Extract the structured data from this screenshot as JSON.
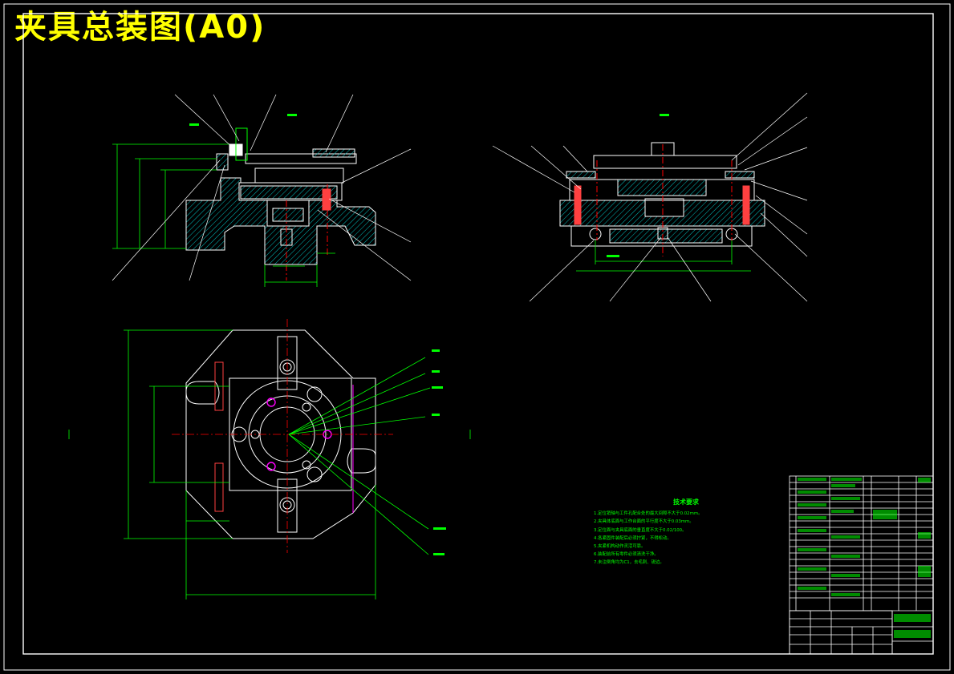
{
  "title": "夹具总装图(A0)",
  "technical_requirements": {
    "heading": "技术要求",
    "items": [
      "1.定位销轴与工件孔配合处的最大间隙不大于0.02mm。",
      "2.夹具体底面与工作台面的平行度不大于0.03mm。",
      "3.定位面与夹具底面的垂直度不大于0.02/100。",
      "4.各紧固件装配后必须拧紧，不得松动。",
      "5.夹紧机构动作灵活可靠。",
      "6.装配前所有零件必须清洗干净。",
      "7.未注倒角均为C1，去毛刺、锐边。"
    ]
  },
  "colors": {
    "background": "#000000",
    "title": "#ffff00",
    "outline": "#ffffff",
    "dimension": "#00ff00",
    "hatch": "#00c0c0",
    "centerline": "#ff0000",
    "hole": "#ff00ff"
  }
}
